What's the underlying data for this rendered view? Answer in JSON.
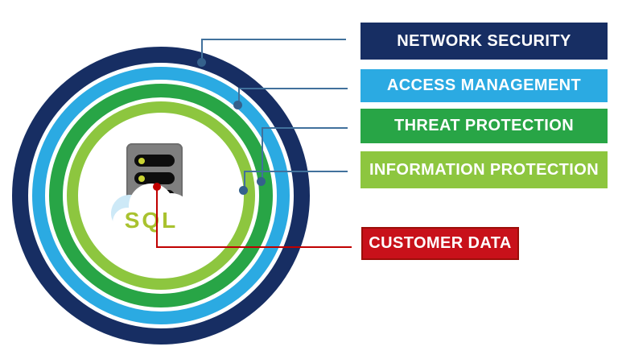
{
  "diagram": {
    "type": "layered-security-rings",
    "layers": [
      {
        "label": "NETWORK SECURITY",
        "color": "#172E63",
        "ring": "outer"
      },
      {
        "label": "ACCESS MANAGEMENT",
        "color": "#2BAAE2",
        "ring": "second"
      },
      {
        "label": "THREAT PROTECTION",
        "color": "#28A546",
        "ring": "third"
      },
      {
        "label": "INFORMATION PROTECTION",
        "color": "#8DC63F",
        "ring": "inner"
      }
    ],
    "core": {
      "label": "CUSTOMER DATA",
      "fill": "#C8111A",
      "border_color": "#9C0E09",
      "connector_color": "#C00000"
    },
    "server": {
      "sql_label": "SQL",
      "sql_color": "#A9C22F",
      "body_color": "#7F7F7F",
      "led_color": "#C9D333"
    },
    "connector_color": "#41719C"
  }
}
